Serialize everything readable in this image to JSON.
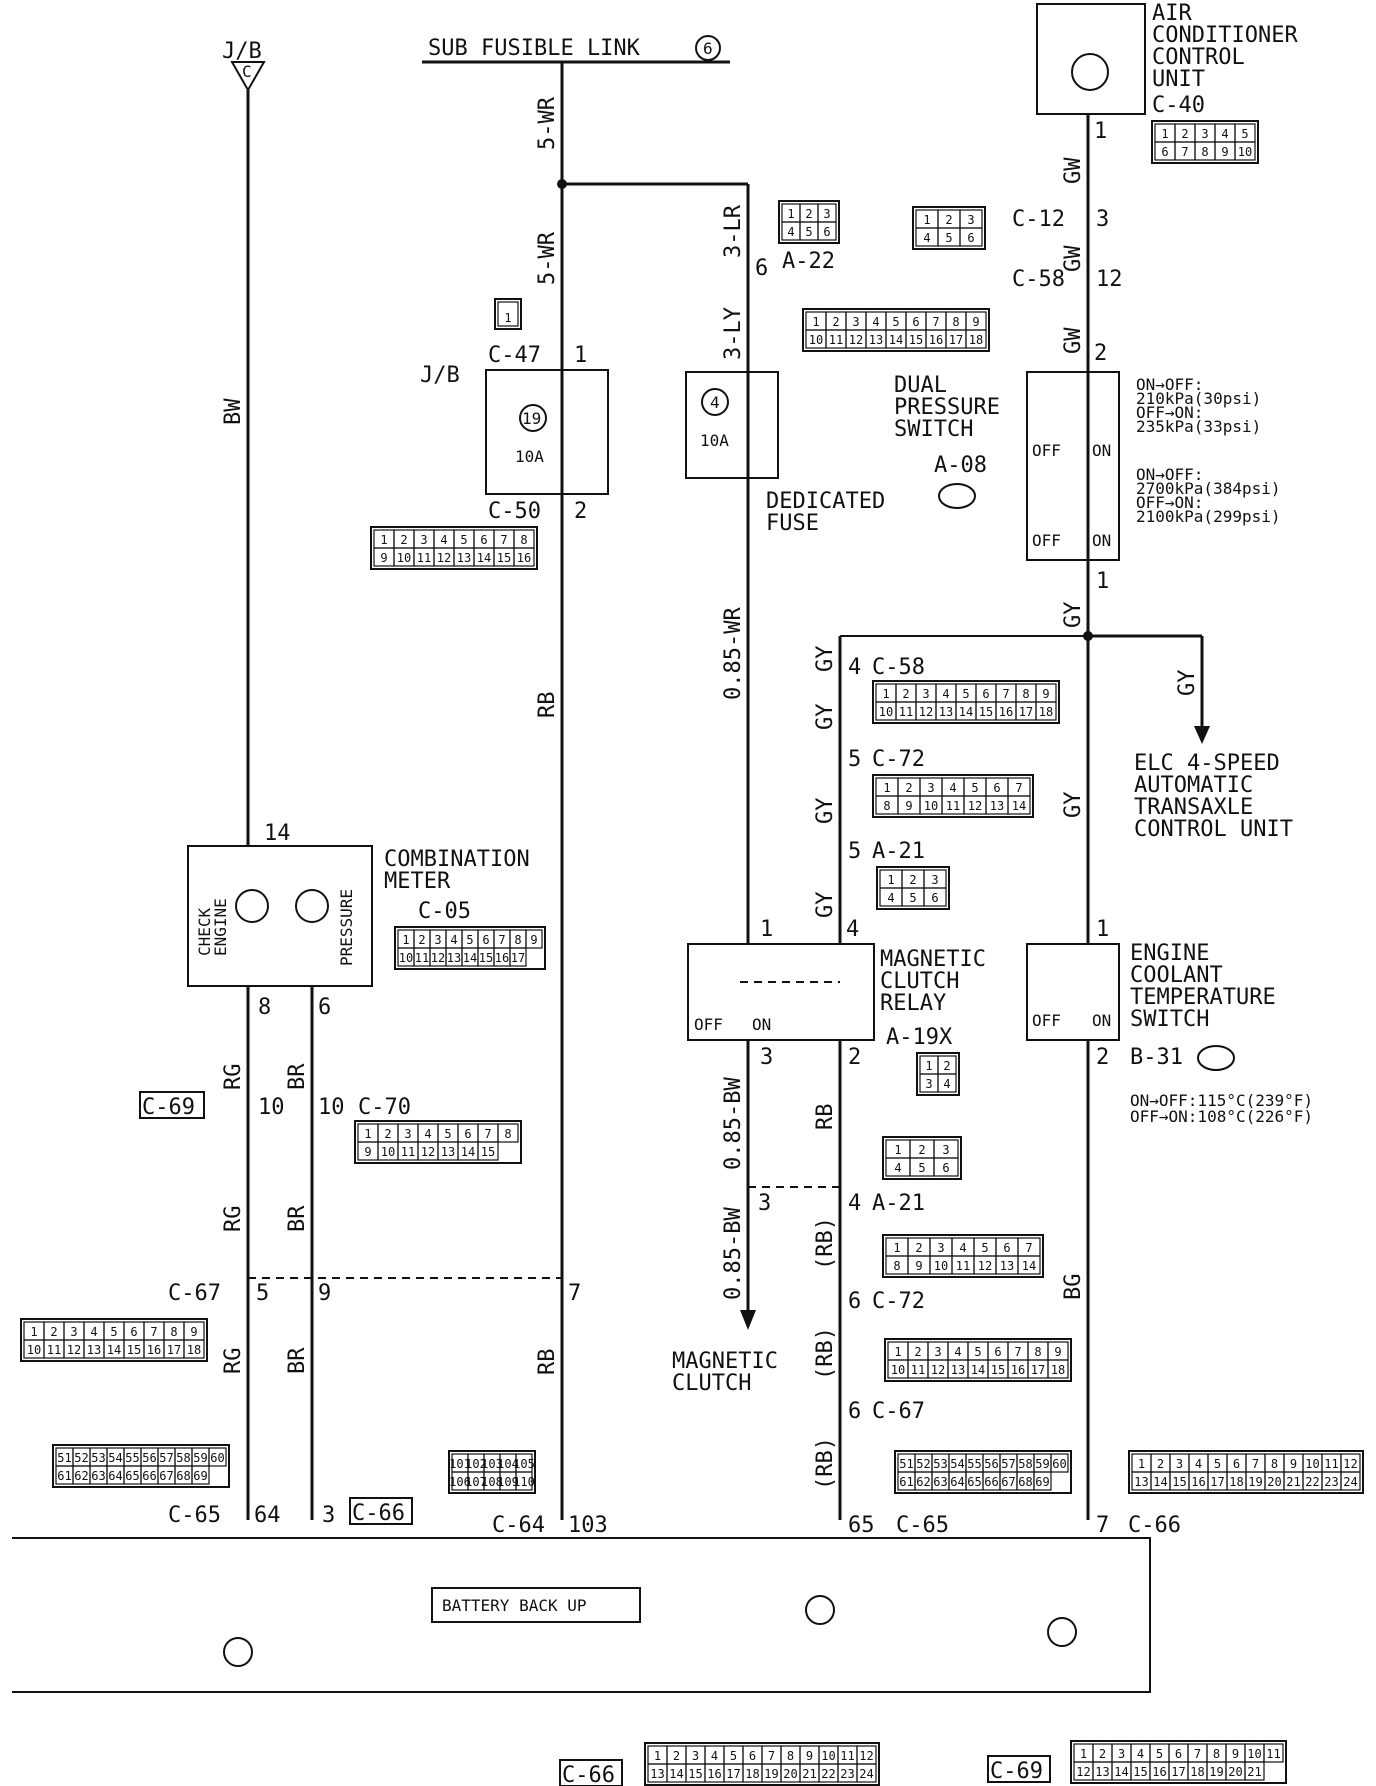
{
  "top": {
    "jb_label": "J/B",
    "jb_letter": "C",
    "sub_fusible_link": "SUB FUSIBLE LINK",
    "sub_fusible_link_num": "6",
    "ac_unit_title": [
      "AIR",
      "CONDITIONER",
      "CONTROL",
      "UNIT"
    ],
    "ac_unit_conn": "C-40",
    "ac_unit_pin": "1"
  },
  "wires": {
    "bw": "BW",
    "wr5_a": "5-WR",
    "wr5_b": "5-WR",
    "lr3": "3-LR",
    "ly3": "3-LY",
    "rb_a": "RB",
    "rb_b": "RB",
    "wr085": "0.85-WR",
    "bw085_a": "0.85-BW",
    "bw085_b": "0.85-BW",
    "rb_c": "RB",
    "rb_paren_a": "(RB)",
    "rb_paren_b": "(RB)",
    "rb_paren_c": "(RB)",
    "gw_a": "GW",
    "gw_b": "GW",
    "gw_c": "GW",
    "gy_a": "GY",
    "gy_b": "GY",
    "gy_c": "GY",
    "gy_d": "GY",
    "gy_e": "GY",
    "gy_f": "GY",
    "gy_g": "GY",
    "bg": "BG",
    "rg_a": "RG",
    "rg_b": "RG",
    "rg_c": "RG",
    "br_a": "BR",
    "br_b": "BR",
    "br_c": "BR"
  },
  "connectors": {
    "c47": "C-47",
    "c47_pin": "1",
    "c50": "C-50",
    "c50_pin": "2",
    "jb_box": "J/B",
    "fuse19": "19",
    "fuse19_amp": "10A",
    "fuse4": "4",
    "fuse4_amp": "10A",
    "a22": "A-22",
    "a22_pin": "6",
    "c12": "C-12",
    "c12_pin": "3",
    "c58_top": "C-58",
    "c58_top_pin": "12",
    "dps_pin_top": "2",
    "dps_pin_bottom": "1",
    "c58_mid": "C-58",
    "c58_mid_pin": "4",
    "c72_top": "C-72",
    "c72_top_pin": "5",
    "a21_top": "A-21",
    "a21_top_pin": "5",
    "relay_pin1": "1",
    "relay_pin4": "4",
    "relay_pin3": "3",
    "relay_pin2": "2",
    "a19x": "A-19X",
    "a21_mid": "A-21",
    "a21_mid_pin_left": "3",
    "a21_mid_pin_right": "4",
    "c72_low": "C-72",
    "c72_low_pin": "6",
    "c67_low": "C-67",
    "c67_low_pin": "6",
    "c65_right": "C-65",
    "c65_right_pin": "65",
    "ect_pin1": "1",
    "ect_pin2": "2",
    "b31": "B-31",
    "c66_right": "C-66",
    "c66_right_pin": "7",
    "meter_pin14": "14",
    "meter_pin8": "8",
    "meter_pin6": "6",
    "c05": "C-05",
    "c69_tag": "C-69",
    "c70": "C-70",
    "c70_pin_a": "10",
    "c70_pin_b": "10",
    "c67_left": "C-67",
    "c67_pin_a": "5",
    "c67_pin_b": "9",
    "c67_pin_c": "7",
    "c65_left": "C-65",
    "c65_left_pin": "64",
    "pin3": "3",
    "c66_tag": "C-66",
    "c64": "C-64",
    "c64_pin": "103",
    "c66_bottom_tag": "C-66",
    "c69_bottom_tag": "C-69"
  },
  "components": {
    "dual_pressure_switch": [
      "DUAL",
      "PRESSURE",
      "SWITCH"
    ],
    "a08": "A-08",
    "dedicated_fuse": [
      "DEDICATED",
      "FUSE"
    ],
    "dps_spec1": [
      "ON→OFF:",
      "210kPa(30psi)",
      "OFF→ON:",
      "235kPa(33psi)"
    ],
    "dps_spec2": [
      "ON→OFF:",
      "2700kPa(384psi)",
      "OFF→ON:",
      "2100kPa(299psi)"
    ],
    "off": "OFF",
    "on": "ON",
    "elc_unit": [
      "ELC 4-SPEED",
      "AUTOMATIC",
      "TRANSAXLE",
      "CONTROL UNIT"
    ],
    "combination_meter": [
      "COMBINATION",
      "METER"
    ],
    "check_engine": [
      "CHECK",
      "ENGINE"
    ],
    "pressure": "PRESSURE",
    "magnetic_clutch_relay": [
      "MAGNETIC",
      "CLUTCH",
      "RELAY"
    ],
    "engine_coolant_switch": [
      "ENGINE",
      "COOLANT",
      "TEMPERATURE",
      "SWITCH"
    ],
    "ect_spec": [
      "ON→OFF:115°C(239°F)",
      "OFF→ON:108°C(226°F)"
    ],
    "magnetic_clutch": [
      "MAGNETIC",
      "CLUTCH"
    ],
    "battery_back_up": "BATTERY BACK UP"
  },
  "pin_grids": {
    "c40": [
      "1",
      "2",
      "3",
      "4",
      "5",
      "6",
      "7",
      "8",
      "9",
      "10"
    ],
    "a22": [
      "1",
      "2",
      "3",
      "4",
      "5",
      "6"
    ],
    "c12": [
      "1",
      "2",
      "3",
      "4",
      "5",
      "6"
    ],
    "c58_top": [
      "1",
      "2",
      "3",
      "4",
      "5",
      "6",
      "7",
      "8",
      "9",
      "10",
      "11",
      "12",
      "13",
      "14",
      "15",
      "16",
      "17",
      "18"
    ],
    "c47": [
      "1"
    ],
    "c50": [
      "1",
      "2",
      "3",
      "4",
      "5",
      "6",
      "7",
      "8",
      "9",
      "10",
      "11",
      "12",
      "13",
      "14",
      "15",
      "16"
    ],
    "c58_mid": [
      "1",
      "2",
      "3",
      "4",
      "5",
      "6",
      "7",
      "8",
      "9",
      "10",
      "11",
      "12",
      "13",
      "14",
      "15",
      "16",
      "17",
      "18"
    ],
    "c72_top": [
      "1",
      "2",
      "3",
      "4",
      "5",
      "6",
      "7",
      "8",
      "9",
      "10",
      "11",
      "12",
      "13",
      "14"
    ],
    "a21_top": [
      "1",
      "2",
      "3",
      "4",
      "5",
      "6"
    ],
    "c05": [
      "1",
      "2",
      "3",
      "4",
      "5",
      "6",
      "7",
      "8",
      "9",
      "10",
      "11",
      "12",
      "13",
      "14",
      "15",
      "16",
      "17"
    ],
    "a19x": [
      "1",
      "2",
      "3",
      "4"
    ],
    "c70": [
      "1",
      "2",
      "3",
      "4",
      "5",
      "6",
      "7",
      "8",
      "9",
      "10",
      "11",
      "12",
      "13",
      "14",
      "15"
    ],
    "a21_mid": [
      "1",
      "2",
      "3",
      "4",
      "5",
      "6"
    ],
    "c72_low": [
      "1",
      "2",
      "3",
      "4",
      "5",
      "6",
      "7",
      "8",
      "9",
      "10",
      "11",
      "12",
      "13",
      "14"
    ],
    "c67_left": [
      "1",
      "2",
      "3",
      "4",
      "5",
      "6",
      "7",
      "8",
      "9",
      "10",
      "11",
      "12",
      "13",
      "14",
      "15",
      "16",
      "17",
      "18"
    ],
    "c67_right": [
      "1",
      "2",
      "3",
      "4",
      "5",
      "6",
      "7",
      "8",
      "9",
      "10",
      "11",
      "12",
      "13",
      "14",
      "15",
      "16",
      "17",
      "18"
    ],
    "c65_left": [
      "51",
      "52",
      "53",
      "54",
      "55",
      "56",
      "57",
      "58",
      "59",
      "60",
      "61",
      "62",
      "63",
      "64",
      "65",
      "66",
      "67",
      "68",
      "69"
    ],
    "c64": [
      "101",
      "102",
      "103",
      "104",
      "105",
      "106",
      "107",
      "108",
      "109",
      "110"
    ],
    "c65_right": [
      "51",
      "52",
      "53",
      "54",
      "55",
      "56",
      "57",
      "58",
      "59",
      "60",
      "61",
      "62",
      "63",
      "64",
      "65",
      "66",
      "67",
      "68",
      "69"
    ],
    "c66_right": [
      "1",
      "2",
      "3",
      "4",
      "5",
      "6",
      "7",
      "8",
      "9",
      "10",
      "11",
      "12",
      "13",
      "14",
      "15",
      "16",
      "17",
      "18",
      "19",
      "20",
      "21",
      "22",
      "23",
      "24"
    ],
    "c66_bottom": [
      "1",
      "2",
      "3",
      "4",
      "5",
      "6",
      "7",
      "8",
      "9",
      "10",
      "11",
      "12",
      "13",
      "14",
      "15",
      "16",
      "17",
      "18",
      "19",
      "20",
      "21",
      "22",
      "23",
      "24"
    ],
    "c69_bottom": [
      "1",
      "2",
      "3",
      "4",
      "5",
      "6",
      "7",
      "8",
      "9",
      "10",
      "11",
      "12",
      "13",
      "14",
      "15",
      "16",
      "17",
      "18",
      "19",
      "20",
      "21"
    ]
  }
}
